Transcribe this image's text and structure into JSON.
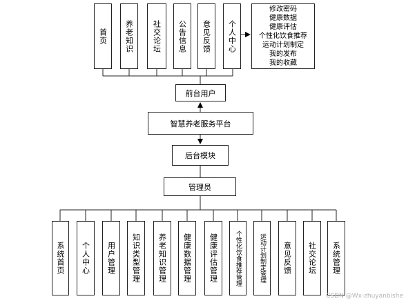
{
  "top_modules": [
    "首页",
    "养老知识",
    "社交论坛",
    "公告信息",
    "意见反馈",
    "个人中心"
  ],
  "personal_center_items": [
    "修改密码",
    "健康数据",
    "健康评估",
    "个性化饮食推荐",
    "运动计划制定",
    "我的发布",
    "我的收藏"
  ],
  "frontend_label": "前台用户",
  "platform_label": "智慧养老服务平台",
  "backend_label": "后台模块",
  "admin_label": "管理员",
  "bottom_modules": [
    "系统首页",
    "个人中心",
    "用户管理",
    "知识类型管理",
    "养老知识管理",
    "健康数据管理",
    "健康评估管理",
    "个性化饮食推荐管理",
    "运动计划制定管理",
    "意见反馈",
    "社交论坛",
    "系统管理"
  ],
  "watermark": "CSDN @Wx-zhuyanbishe"
}
